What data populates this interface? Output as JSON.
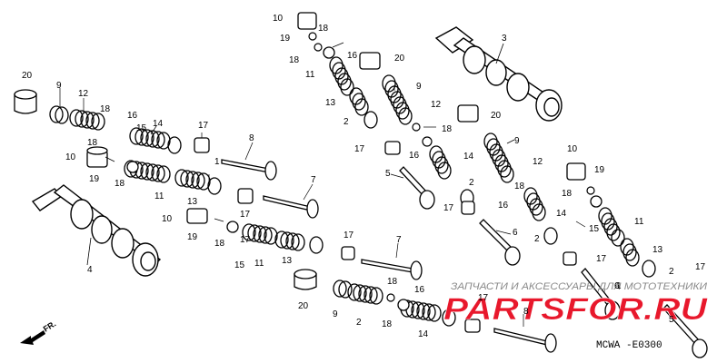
{
  "diagram": {
    "code": "MCWA -E0300",
    "direction": "FR.",
    "watermark": {
      "top": "ЗАПЧАСТИ И АКСЕССУАРЫ ДЛЯ МОТОТЕХНИКИ",
      "brand_left": "PARTS",
      "brand_mid": "FOR",
      "brand_right": ".RU",
      "brand_color": "#e8182c"
    },
    "labels": [
      "20",
      "9",
      "12",
      "18",
      "16",
      "14",
      "18",
      "10",
      "19",
      "15",
      "18",
      "1",
      "11",
      "17",
      "8",
      "7",
      "4",
      "13",
      "10",
      "19",
      "18",
      "17",
      "15",
      "11",
      "13",
      "17",
      "20",
      "10",
      "18",
      "19",
      "18",
      "20",
      "16",
      "11",
      "13",
      "2",
      "17",
      "5",
      "9",
      "12",
      "18",
      "16",
      "14",
      "2",
      "17",
      "3",
      "20",
      "9",
      "12",
      "18",
      "10",
      "19",
      "18",
      "16",
      "14",
      "2",
      "15",
      "11",
      "13",
      "17",
      "7",
      "17",
      "18",
      "16",
      "9",
      "2",
      "18",
      "14",
      "6",
      "1",
      "17",
      "8",
      "6",
      "2",
      "17",
      "5"
    ]
  }
}
